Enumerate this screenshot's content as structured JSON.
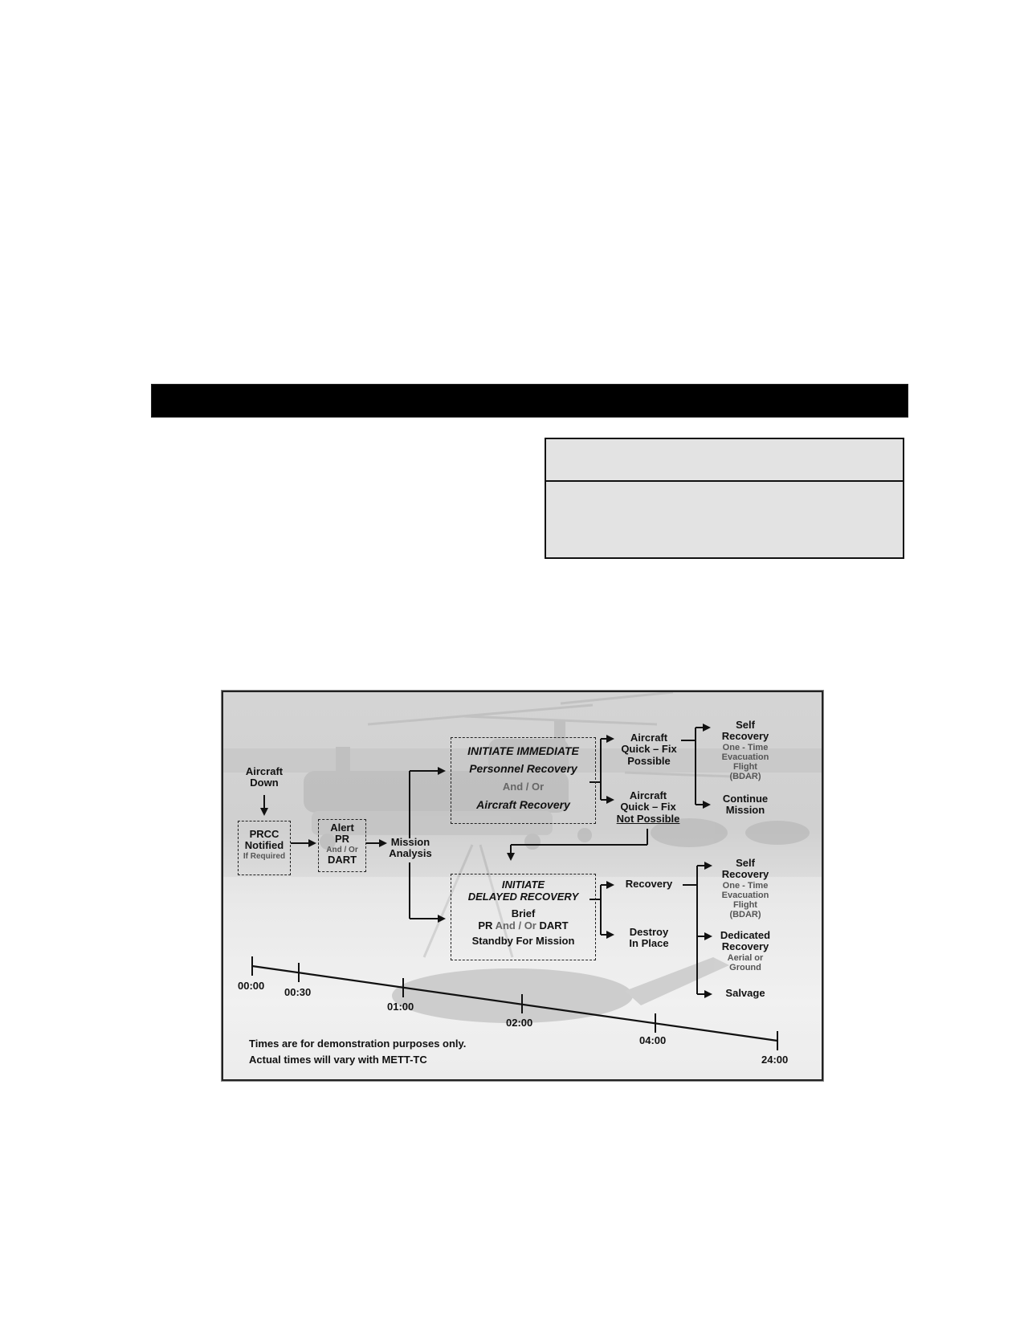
{
  "diagram": {
    "start": {
      "line1": "Aircraft",
      "line2": "Down"
    },
    "prcc": {
      "line1": "PRCC",
      "line2": "Notified",
      "note": "If Required"
    },
    "alert": {
      "line1": "Alert",
      "line2": "PR",
      "connector": "And / Or",
      "line3": "DART"
    },
    "mission_analysis": {
      "line1": "Mission",
      "line2": "Analysis"
    },
    "immediate": {
      "title": "INITIATE IMMEDIATE",
      "line1": "Personnel Recovery",
      "connector": "And / Or",
      "line2": "Aircraft Recovery"
    },
    "delayed": {
      "title1": "INITIATE",
      "title2": "DELAYED RECOVERY",
      "brief": "Brief",
      "pr": "PR",
      "connector": "And / Or",
      "dart": "DART",
      "standby": "Standby For Mission"
    },
    "quickfix_possible": {
      "line1": "Aircraft",
      "line2": "Quick – Fix",
      "line3": "Possible"
    },
    "quickfix_not_possible": {
      "line1": "Aircraft",
      "line2": "Quick – Fix",
      "line3": "Not Possible"
    },
    "recovery": "Recovery",
    "destroy": {
      "line1": "Destroy",
      "line2": "In Place"
    },
    "self_recovery_top": {
      "line1": "Self",
      "line2": "Recovery",
      "sub1": "One - Time",
      "sub2": "Evacuation",
      "sub3": "Flight",
      "sub4": "(BDAR)"
    },
    "continue_mission": {
      "line1": "Continue",
      "line2": "Mission"
    },
    "self_recovery_bottom": {
      "line1": "Self",
      "line2": "Recovery",
      "sub1": "One - Time",
      "sub2": "Evacuation",
      "sub3": "Flight",
      "sub4": "(BDAR)"
    },
    "dedicated_recovery": {
      "line1": "Dedicated",
      "line2": "Recovery",
      "sub1": "Aerial or",
      "sub2": "Ground"
    },
    "salvage": "Salvage",
    "timeline": [
      "00:00",
      "00:30",
      "01:00",
      "02:00",
      "04:00",
      "24:00"
    ],
    "note_line1": "Times are for demonstration purposes only.",
    "note_line2": "Actual times will vary with METT-TC"
  }
}
